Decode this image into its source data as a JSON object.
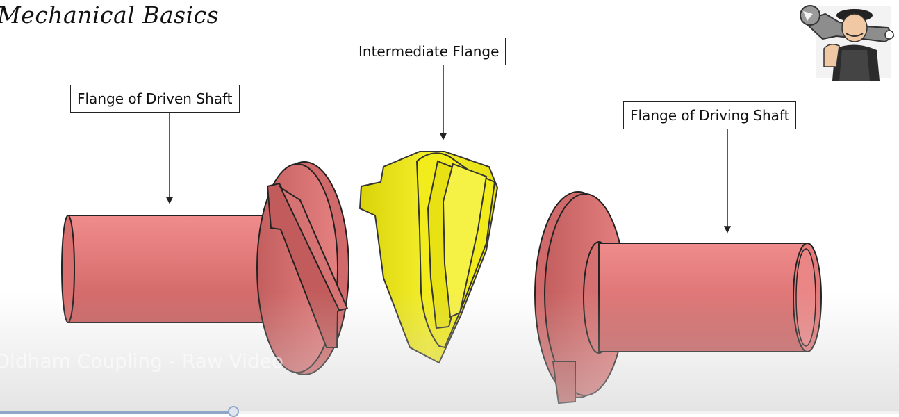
{
  "brand": {
    "title": "Mechanical Basics"
  },
  "callouts": {
    "driven": "Flange of Driven Shaft",
    "intermediate": "Intermediate Flange",
    "driving": "Flange of Driving Shaft"
  },
  "video": {
    "title": "Oldham Coupling - Raw Video",
    "progress": 0.26
  },
  "mascot_icon": "mechanic-with-wrench-icon",
  "colors": {
    "shaft": "#e07373",
    "shaft_dark": "#b35252",
    "intermediate": "#f0ec24",
    "intermediate_dark": "#b8b400",
    "progress": "#8fa6c7"
  }
}
